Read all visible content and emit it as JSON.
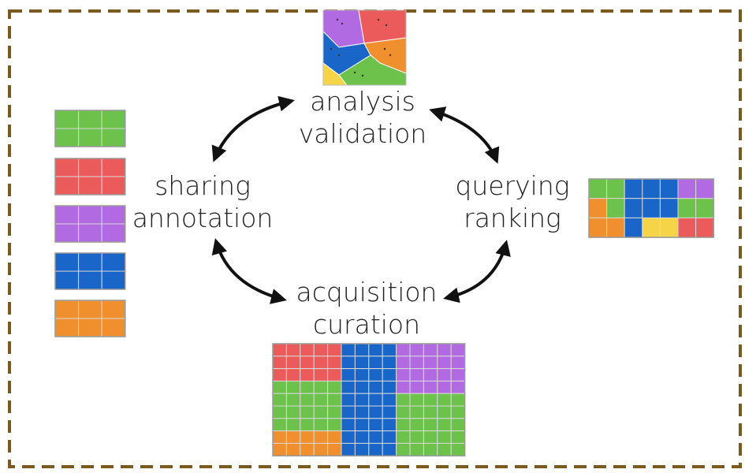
{
  "stages": {
    "top": {
      "line1": "analysis",
      "line2": "validation"
    },
    "left": {
      "line1": "sharing",
      "line2": "annotation"
    },
    "right": {
      "line1": "querying",
      "line2": "ranking"
    },
    "bottom": {
      "line1": "acquisition",
      "line2": "curation"
    }
  },
  "colors": {
    "frame": "#7a5a1e",
    "green": "#6dc24b",
    "red": "#ec5b5b",
    "purple": "#b26ae2",
    "blue": "#1a66c8",
    "orange": "#f08f2e",
    "yellow": "#f5d547",
    "grid_line": "#d8d8d8",
    "arrow": "#111111"
  },
  "left_legend": [
    "green",
    "red",
    "purple",
    "blue",
    "orange"
  ],
  "right_grid": {
    "rows": [
      [
        "green",
        "green",
        "blue",
        "blue",
        "blue",
        "purple",
        "purple"
      ],
      [
        "orange",
        "green",
        "blue",
        "blue",
        "blue",
        "green",
        "green"
      ],
      [
        "orange",
        "orange",
        "blue",
        "yellow",
        "yellow",
        "red",
        "red"
      ]
    ]
  },
  "bottom_grid": {
    "rows": [
      [
        "red",
        "red",
        "red",
        "red",
        "red",
        "blue",
        "blue",
        "blue",
        "blue",
        "purple",
        "purple",
        "purple",
        "purple",
        "purple"
      ],
      [
        "red",
        "red",
        "red",
        "red",
        "red",
        "blue",
        "blue",
        "blue",
        "blue",
        "purple",
        "purple",
        "purple",
        "purple",
        "purple"
      ],
      [
        "red",
        "red",
        "red",
        "red",
        "red",
        "blue",
        "blue",
        "blue",
        "blue",
        "purple",
        "purple",
        "purple",
        "purple",
        "purple"
      ],
      [
        "green",
        "green",
        "green",
        "green",
        "green",
        "blue",
        "blue",
        "blue",
        "blue",
        "purple",
        "purple",
        "purple",
        "purple",
        "purple"
      ],
      [
        "green",
        "green",
        "green",
        "green",
        "green",
        "blue",
        "blue",
        "blue",
        "blue",
        "green",
        "green",
        "green",
        "green",
        "green"
      ],
      [
        "green",
        "green",
        "green",
        "green",
        "green",
        "blue",
        "blue",
        "blue",
        "blue",
        "green",
        "green",
        "green",
        "green",
        "green"
      ],
      [
        "green",
        "green",
        "green",
        "green",
        "green",
        "blue",
        "blue",
        "blue",
        "blue",
        "green",
        "green",
        "green",
        "green",
        "green"
      ],
      [
        "orange",
        "orange",
        "orange",
        "orange",
        "orange",
        "blue",
        "blue",
        "blue",
        "blue",
        "green",
        "green",
        "green",
        "green",
        "green"
      ],
      [
        "orange",
        "orange",
        "orange",
        "orange",
        "orange",
        "blue",
        "blue",
        "blue",
        "blue",
        "green",
        "green",
        "green",
        "green",
        "green"
      ]
    ]
  },
  "top_image": {
    "regions": [
      "purple",
      "red",
      "blue",
      "orange",
      "yellow",
      "green"
    ]
  }
}
